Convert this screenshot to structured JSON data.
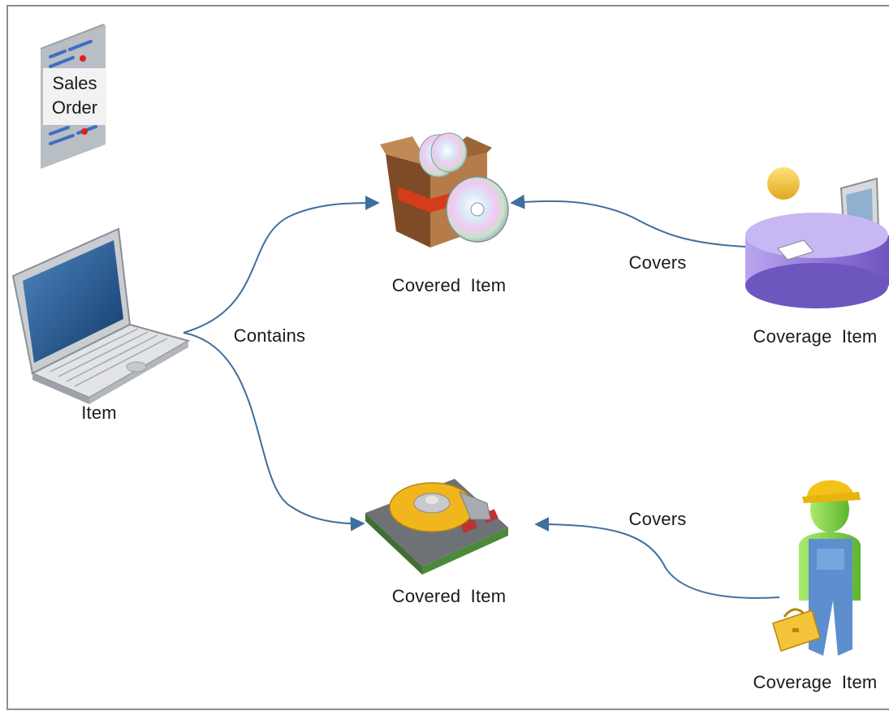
{
  "diagram": {
    "sales_order": {
      "line1": "Sales",
      "line2": "Order"
    },
    "item_label": "Item",
    "contains_label": "Contains",
    "covered_item_top_label": "Covered Item",
    "covered_item_bottom_label": "Covered Item",
    "covers_top_label": "Covers",
    "covers_bottom_label": "Covers",
    "coverage_item_top_label": "Coverage Item",
    "coverage_item_bottom_label": "Coverage Item",
    "colors": {
      "arrow": "#3f6f9c",
      "border": "#8e8e8e",
      "desk": "#8f76d6",
      "person_yellow": "#f3c43a",
      "worker_green": "#7fd04a",
      "worker_blue": "#5d8fcf",
      "box_brown": "#a86c3c",
      "laptop_screen": "#1f4f8a"
    }
  }
}
